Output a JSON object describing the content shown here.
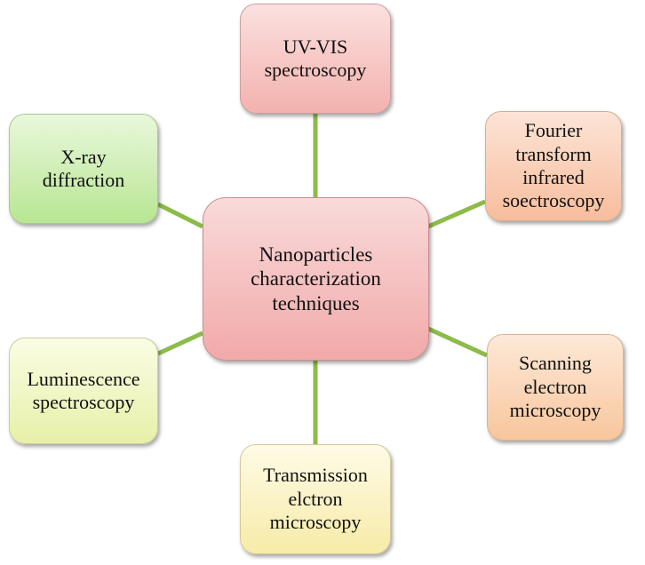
{
  "center": {
    "lines": [
      "Nanoparticles",
      "characterization",
      "techniques"
    ]
  },
  "techniques": [
    {
      "id": "uv-vis",
      "lines": [
        "UV-VIS",
        "spectroscopy"
      ]
    },
    {
      "id": "ftir",
      "lines": [
        "Fourier",
        "transform",
        "infrared",
        "soectroscopy"
      ]
    },
    {
      "id": "sem",
      "lines": [
        "Scanning",
        "electron",
        "microscopy"
      ]
    },
    {
      "id": "tem",
      "lines": [
        "Transmission",
        "elctron",
        "microscopy"
      ]
    },
    {
      "id": "luminescence",
      "lines": [
        "Luminescence",
        "spectroscopy"
      ]
    },
    {
      "id": "xrd",
      "lines": [
        "X-ray",
        "diffraction"
      ]
    }
  ],
  "colors": {
    "connector": "#8dbb4a"
  }
}
